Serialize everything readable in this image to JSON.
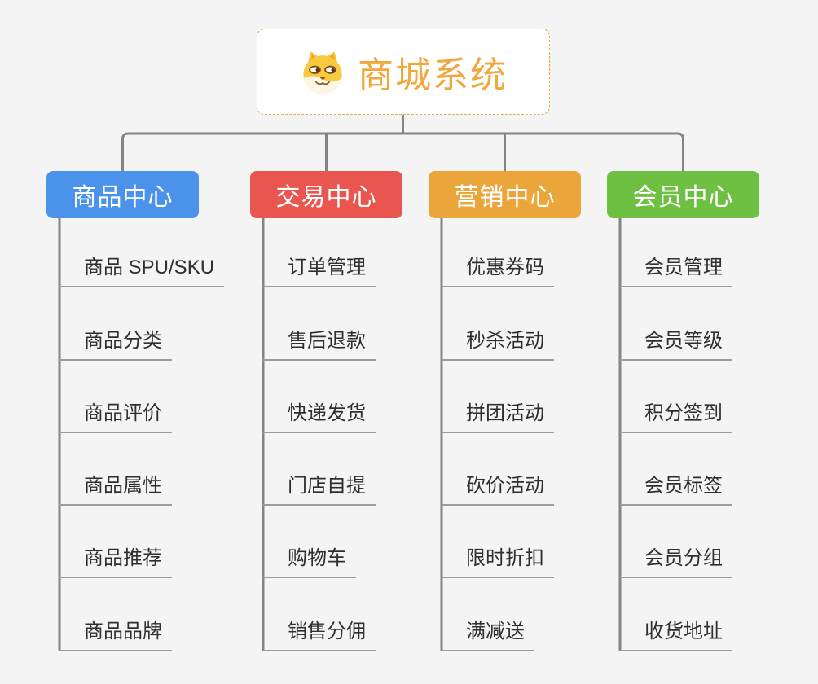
{
  "root": {
    "title": "商城系统",
    "icon": "doge-icon",
    "accent_color": "#f2a73d",
    "border_color": "#eba84a"
  },
  "branches": [
    {
      "id": "product-center",
      "label": "商品中心",
      "color": "#4b93ea",
      "items": [
        "商品 SPU/SKU",
        "商品分类",
        "商品评价",
        "商品属性",
        "商品推荐",
        "商品品牌"
      ]
    },
    {
      "id": "trade-center",
      "label": "交易中心",
      "color": "#e8564f",
      "items": [
        "订单管理",
        "售后退款",
        "快递发货",
        "门店自提",
        "购物车",
        "销售分佣"
      ]
    },
    {
      "id": "marketing-center",
      "label": "营销中心",
      "color": "#eba63b",
      "items": [
        "优惠券码",
        "秒杀活动",
        "拼团活动",
        "砍价活动",
        "限时折扣",
        "满减送"
      ]
    },
    {
      "id": "member-center",
      "label": "会员中心",
      "color": "#6ec043",
      "items": [
        "会员管理",
        "会员等级",
        "积分签到",
        "会员标签",
        "会员分组",
        "收货地址"
      ]
    }
  ],
  "colors": {
    "background": "#f4f4f4",
    "connector_line": "#848484",
    "item_underline": "#9c9c9c",
    "item_text": "#2f2f2f"
  }
}
